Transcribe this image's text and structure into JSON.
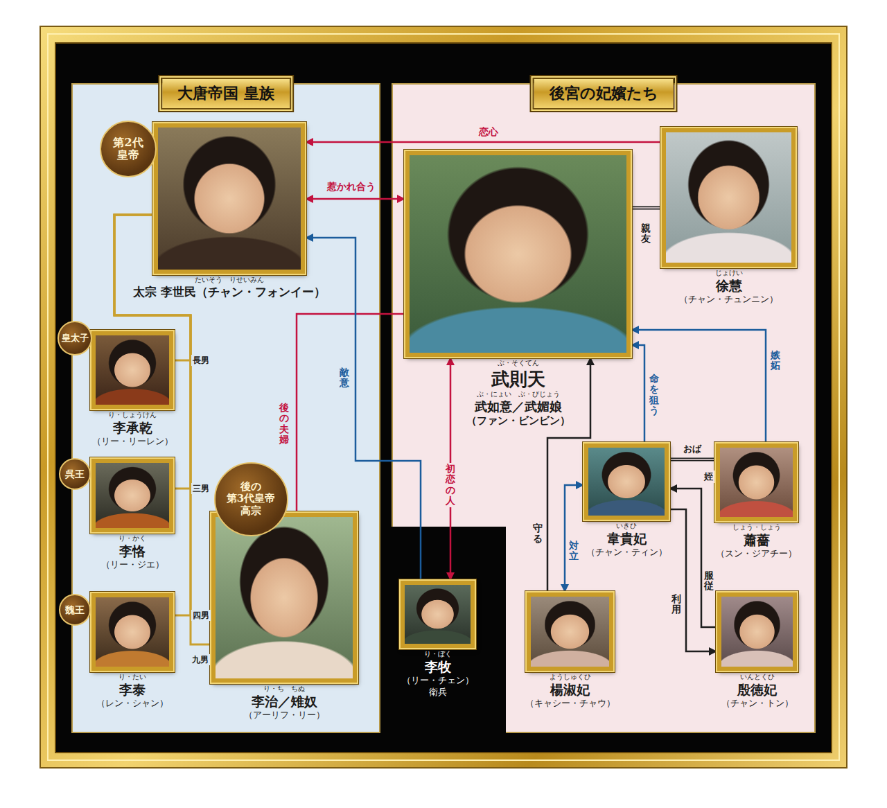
{
  "diagram": {
    "nodes": [
      {
        "text": [
          "大唐帝国 皇族"
        ]
      },
      {
        "text": [
          "たいそう　りせいみん",
          "太宗 李世民（チャン・フォンイー）"
        ],
        "in": 0
      },
      {
        "text": [
          "第2代 皇帝"
        ],
        "in": 1
      },
      {
        "text": [
          "り・しょうけん",
          "李承乾",
          "（リー・リーレン）"
        ],
        "in": 0
      },
      {
        "text": [
          "皇太子"
        ],
        "in": 3
      },
      {
        "text": [
          "り・かく",
          "李恪",
          "（リー・ジエ）"
        ],
        "in": 0
      },
      {
        "text": [
          "呉王"
        ],
        "in": 5
      },
      {
        "text": [
          "り・たい",
          "李泰",
          "（レン・シャン）"
        ],
        "in": 0
      },
      {
        "text": [
          "魏王"
        ],
        "in": 7
      },
      {
        "text": [
          "り・ち　ちぬ",
          "李治／雉奴",
          "（アーリフ・リー）"
        ],
        "in": 0
      },
      {
        "text": [
          "後の 第3代皇帝 高宗"
        ],
        "in": 9
      },
      {
        "text": [
          "り・ぼく",
          "李牧",
          "（リー・チェン）",
          "衛兵"
        ]
      },
      {
        "text": [
          "後宮の妃嬪たち"
        ]
      },
      {
        "text": [
          "ぶ・そくてん",
          "武則天",
          "ぶ・にょい　ぶ・びじょう",
          "武如意／武媚娘",
          "（ファン・ビンビン）"
        ],
        "in": 12
      },
      {
        "text": [
          "じょけい",
          "徐慧",
          "（チャン・チュンニン）"
        ],
        "in": 12
      },
      {
        "text": [
          "いきひ",
          "韋貴妃",
          "（チャン・ティン）"
        ],
        "in": 12
      },
      {
        "text": [
          "しょう・しょう",
          "蕭薔",
          "（スン・ジアチー）"
        ],
        "in": 12
      },
      {
        "text": [
          "ようしゅくひ",
          "楊淑妃",
          "（キャシー・チャウ）"
        ],
        "in": 12
      },
      {
        "text": [
          "いんとくひ",
          "殷徳妃",
          "（チャン・トン）"
        ],
        "in": 12
      }
    ],
    "edges": [
      {
        "from": 1,
        "to": 3,
        "label": "長男",
        "arrow": "none"
      },
      {
        "from": 1,
        "to": 5,
        "label": "三男",
        "arrow": "none"
      },
      {
        "from": 1,
        "to": 7,
        "label": "四男",
        "arrow": "none"
      },
      {
        "from": 1,
        "to": 9,
        "label": "九男",
        "arrow": "none"
      },
      {
        "from": 14,
        "to": 1,
        "label": "恋心",
        "arrow": "to"
      },
      {
        "from": 1,
        "to": 13,
        "label": "惹かれ合う",
        "arrow": "both"
      },
      {
        "from": 13,
        "to": 14,
        "label": "親友",
        "arrow": "none"
      },
      {
        "from": 9,
        "to": 13,
        "label": "後の夫婦",
        "arrow": "none"
      },
      {
        "from": 11,
        "to": 1,
        "label": "敵意",
        "arrow": "to"
      },
      {
        "from": 13,
        "to": 11,
        "label": "初恋の人",
        "arrow": "both"
      },
      {
        "from": 17,
        "to": 13,
        "label": "守る",
        "arrow": "to"
      },
      {
        "from": 15,
        "to": 13,
        "label": "命を狙う",
        "arrow": "to"
      },
      {
        "from": 16,
        "to": 13,
        "label": "嫉妬",
        "arrow": "to"
      },
      {
        "from": 15,
        "to": 16,
        "label": "おば",
        "arrow": "none"
      },
      {
        "from": 15,
        "to": 17,
        "label": "対立",
        "arrow": "both"
      },
      {
        "from": 15,
        "to": 18,
        "label": "利用",
        "arrow": "to"
      },
      {
        "from": 18,
        "to": 15,
        "label": "服従",
        "arrow": "to"
      }
    ],
    "labels": [
      "姪"
    ]
  }
}
